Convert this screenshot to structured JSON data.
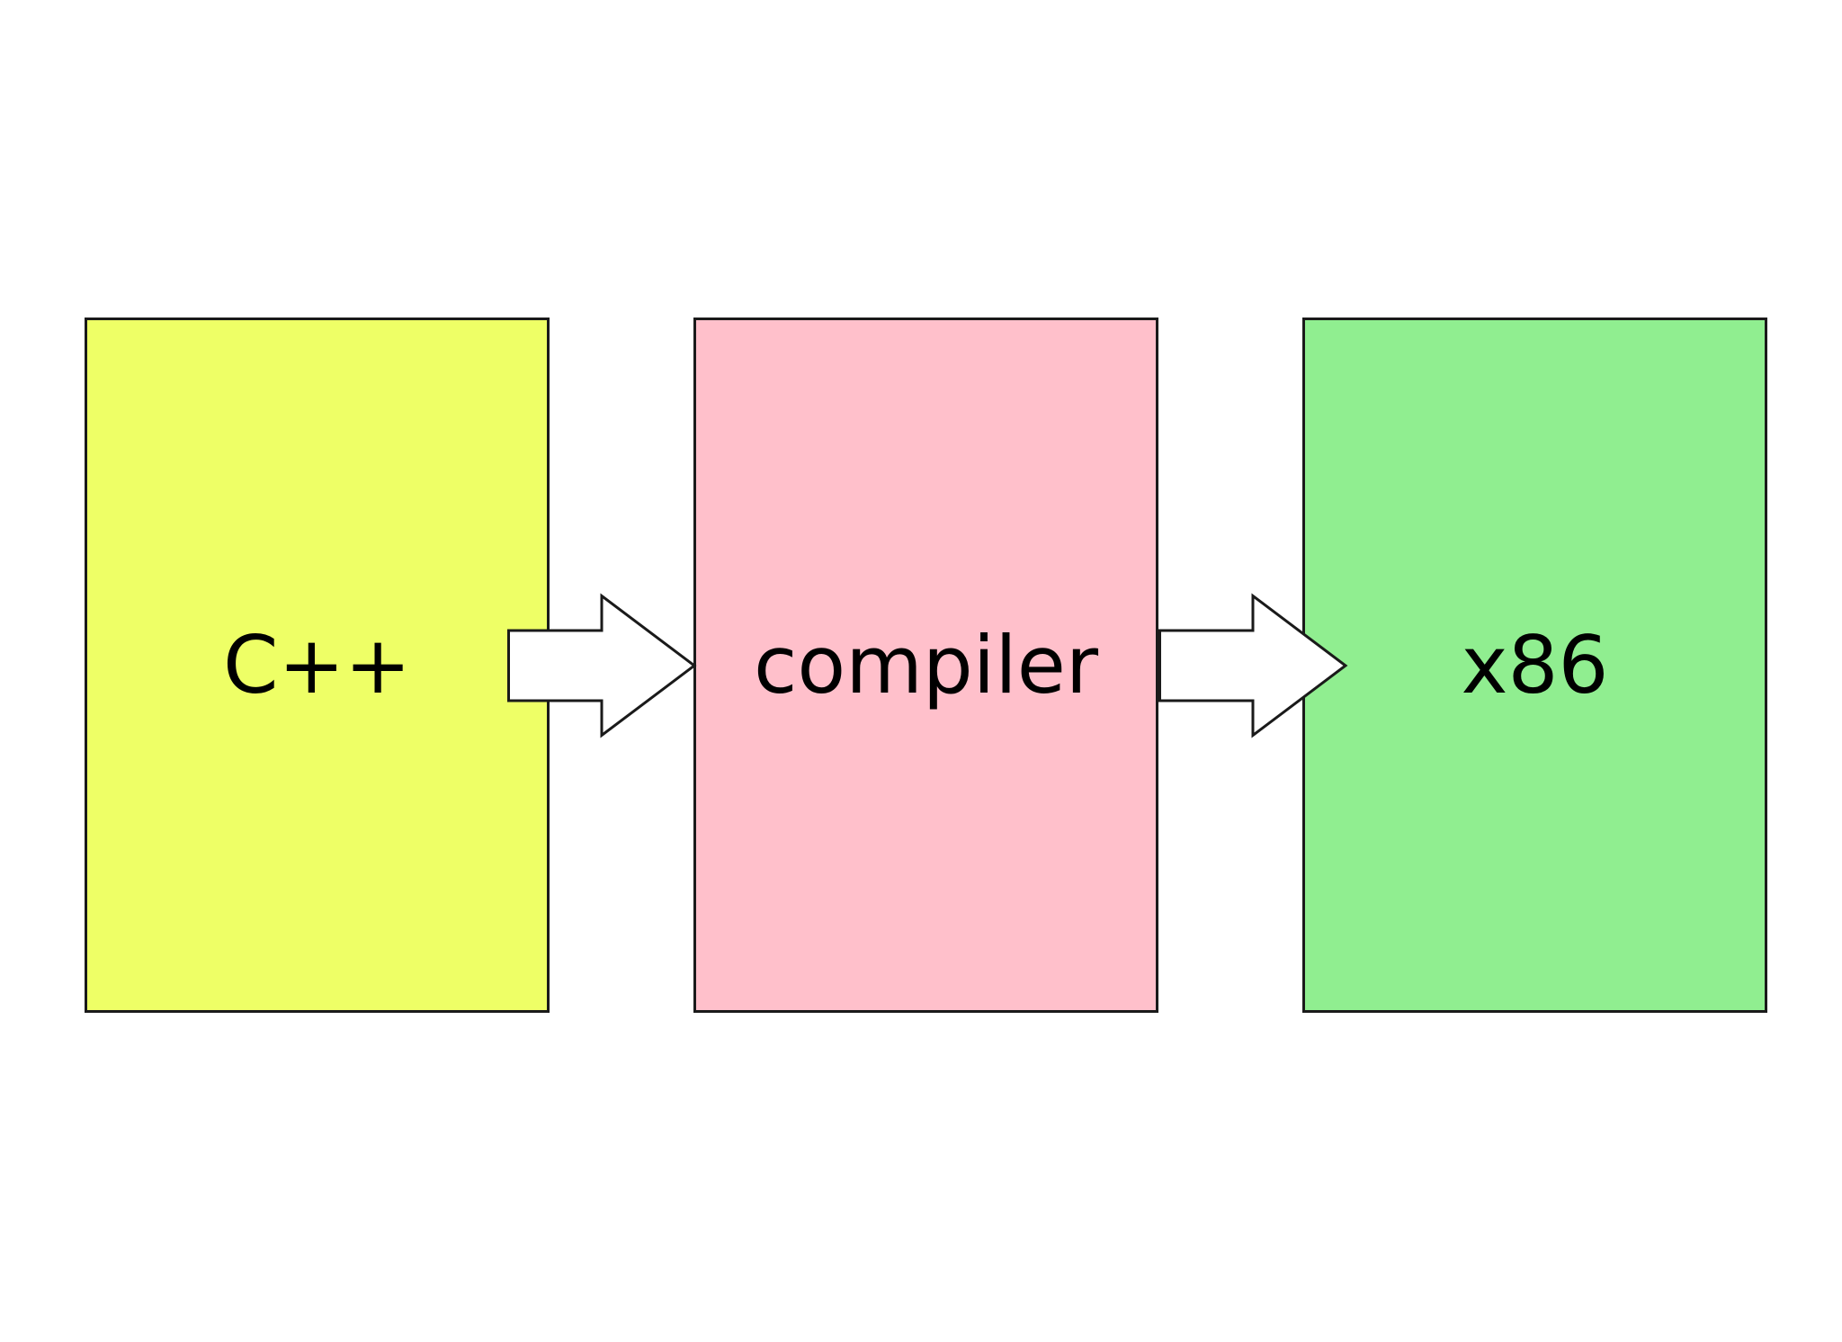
{
  "diagram": {
    "boxes": [
      {
        "id": "source",
        "label": "C++",
        "color": "#eeff66"
      },
      {
        "id": "compiler",
        "label": "compiler",
        "color": "#ffc0cb"
      },
      {
        "id": "target",
        "label": "x86",
        "color": "#90ee90"
      }
    ],
    "edges": [
      {
        "from": "source",
        "to": "compiler",
        "style": "block-arrow"
      },
      {
        "from": "compiler",
        "to": "target",
        "style": "block-arrow"
      }
    ],
    "arrow_fill": "#ffffff",
    "stroke_color": "#1a1a1a"
  }
}
